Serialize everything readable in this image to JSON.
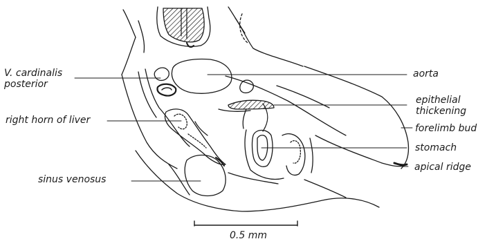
{
  "labels": {
    "v_cardinalis": "V. cardinalis\nposterior",
    "right_horn_liver": "right horn of liver",
    "sinus_venosus": "sinus venosus",
    "aorta": "aorta",
    "epithelial_thickening": "epithelial\nthickening",
    "forelimb_bud": "forelimb bud",
    "stomach": "stomach",
    "apical_ridge": "apical ridge"
  },
  "scale_bar": {
    "text": "0.5 mm"
  },
  "colors": {
    "ink": "#1a1a1a",
    "background": "#ffffff"
  }
}
